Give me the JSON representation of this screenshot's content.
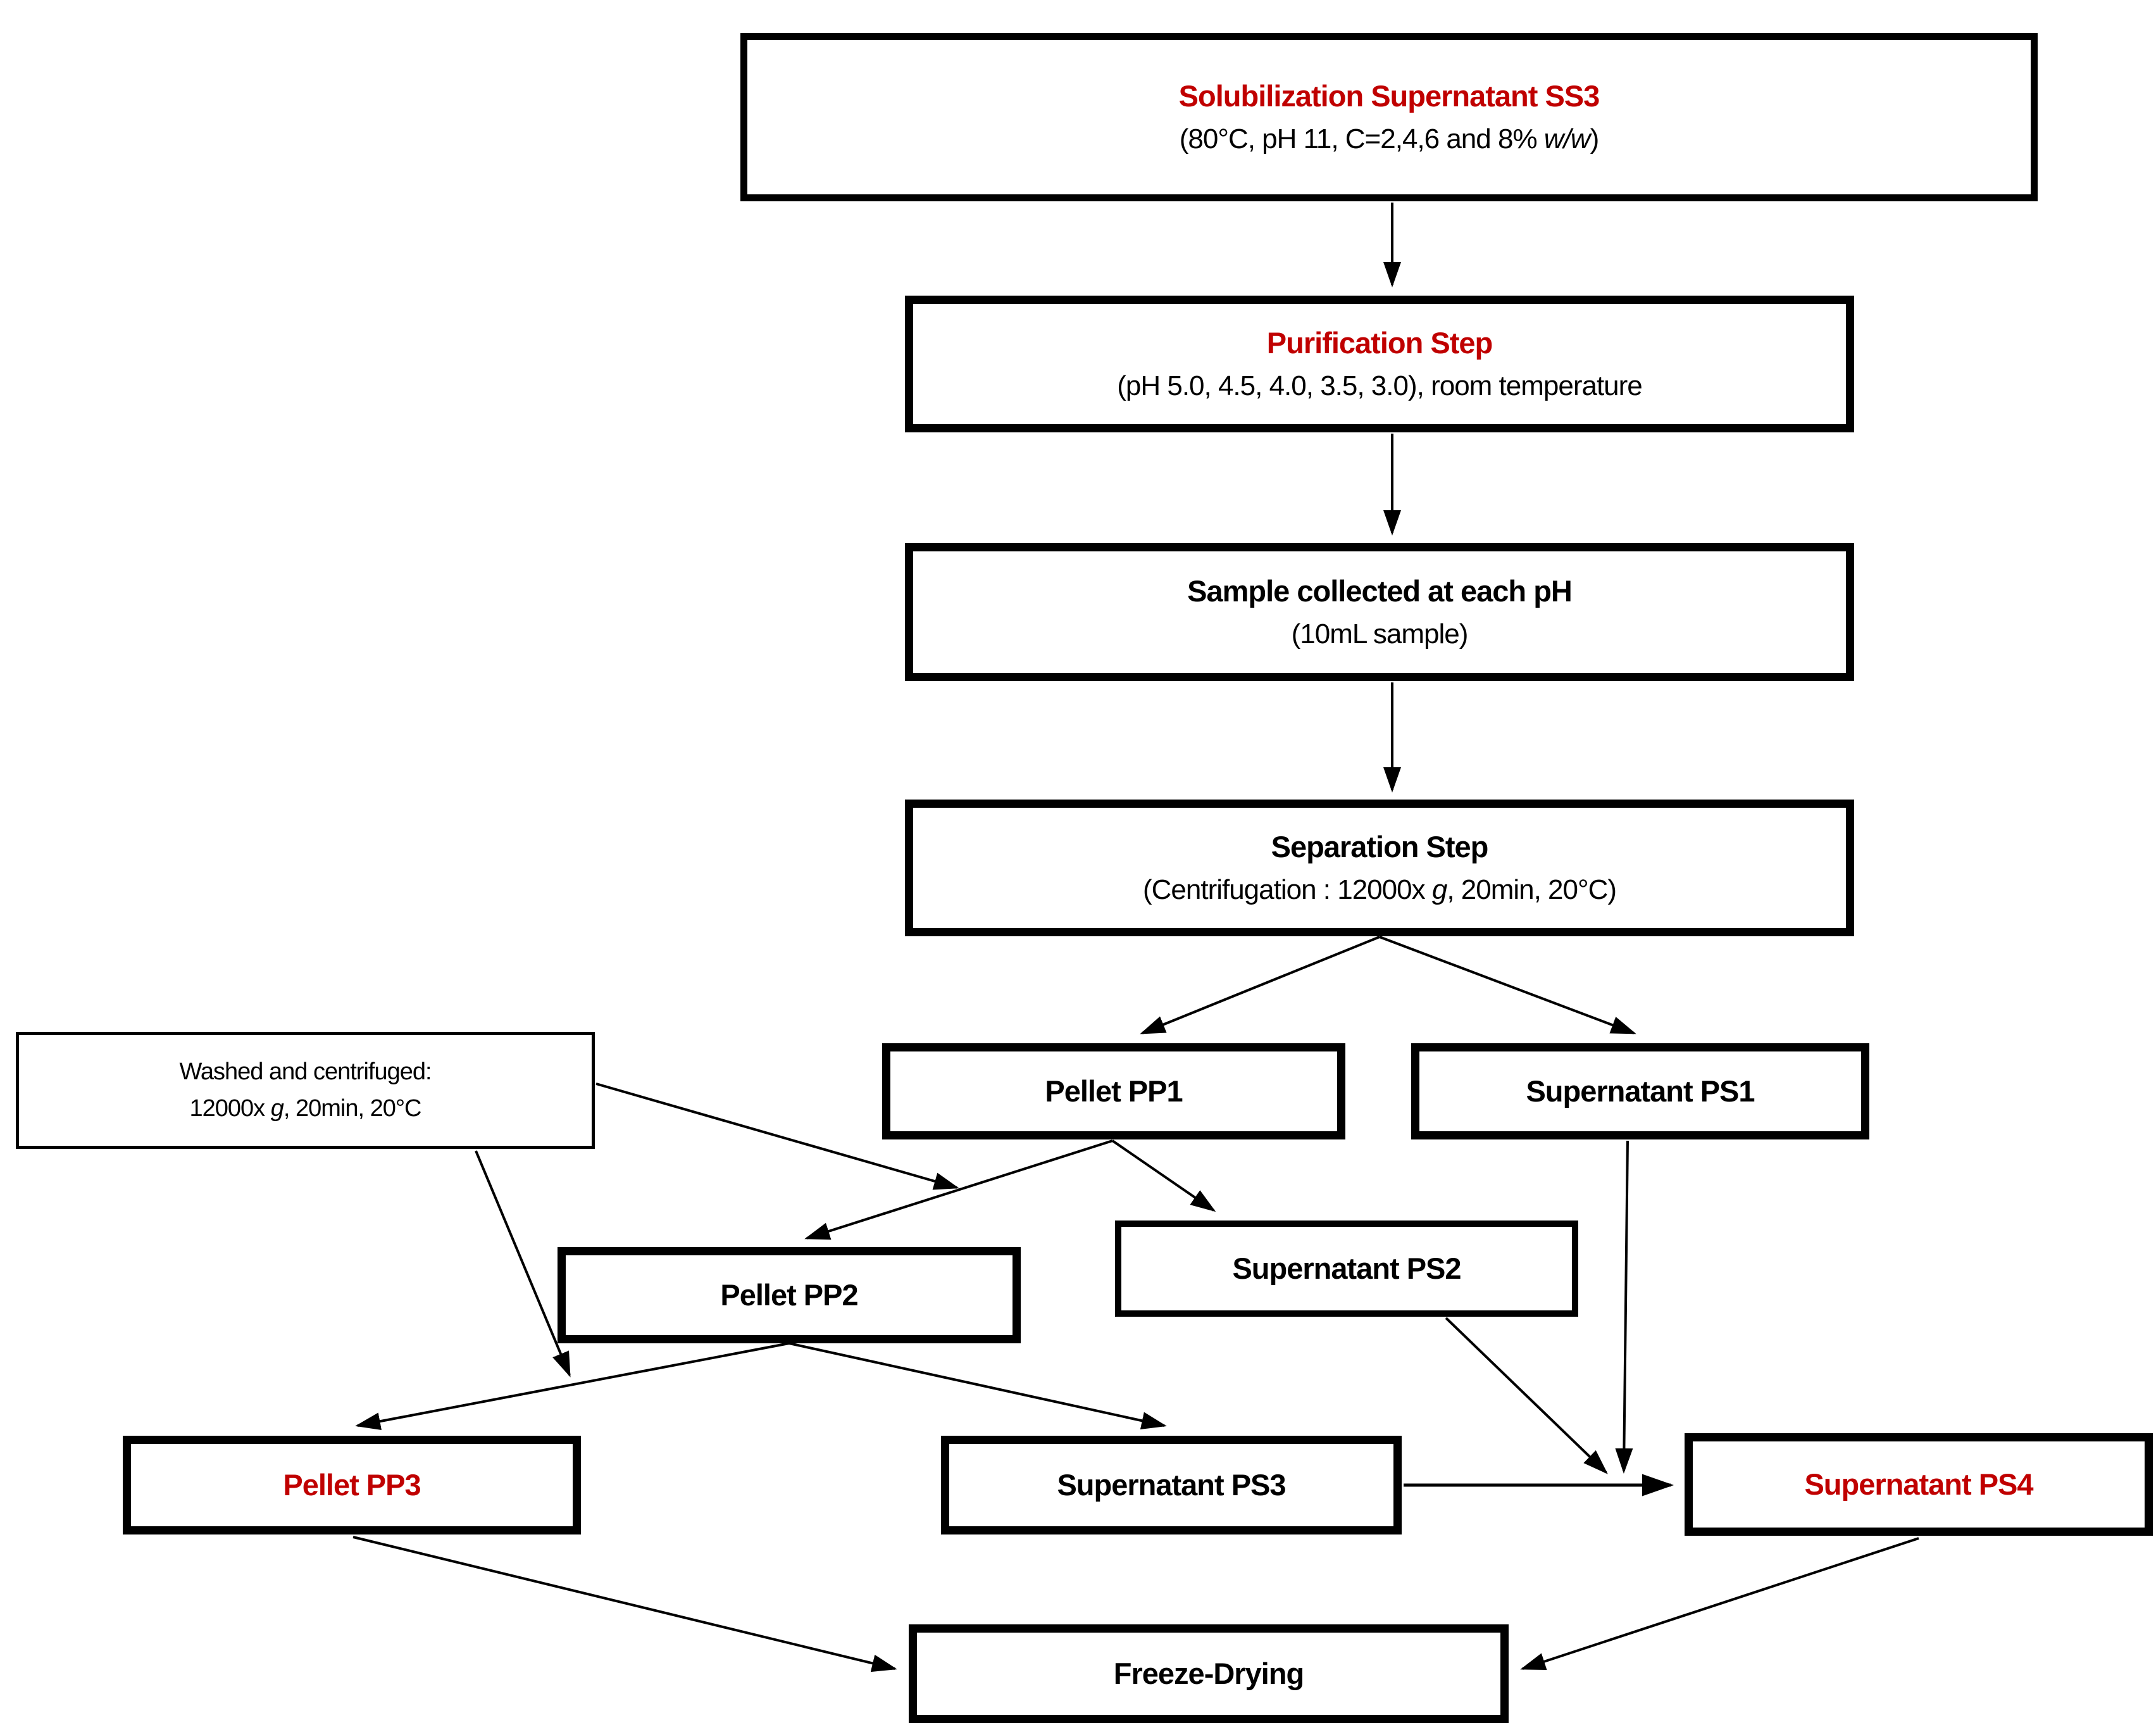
{
  "colors": {
    "accent_red": "#c00000",
    "line_black": "#000000"
  },
  "nodes": {
    "ss3": {
      "title": "Solubilization Supernatant SS3",
      "sub_prefix": "(80°C, pH 11, C=2,4,6 and 8% ",
      "sub_italic": "w/w",
      "sub_suffix": ")"
    },
    "purification": {
      "title": "Purification Step",
      "sub": "(pH 5.0, 4.5, 4.0, 3.5, 3.0), room temperature"
    },
    "sample": {
      "title": "Sample collected at each pH",
      "sub": "(10mL sample)"
    },
    "separation": {
      "title": "Separation Step",
      "sub_prefix": "(Centrifugation : 12000x ",
      "sub_italic": "g",
      "sub_suffix": ", 20min, 20°C)"
    },
    "washed": {
      "line1": "Washed and centrifuged:",
      "line2_prefix": "12000x ",
      "line2_italic": "g",
      "line2_suffix": ", 20min, 20°C"
    },
    "pp1": {
      "title": "Pellet PP1"
    },
    "ps1": {
      "title": "Supernatant PS1"
    },
    "pp2": {
      "title": "Pellet PP2"
    },
    "ps2": {
      "title": "Supernatant PS2"
    },
    "pp3": {
      "title": "Pellet PP3"
    },
    "ps3": {
      "title": "Supernatant PS3"
    },
    "ps4": {
      "title": "Supernatant PS4"
    },
    "freeze": {
      "title": "Freeze-Drying"
    }
  }
}
